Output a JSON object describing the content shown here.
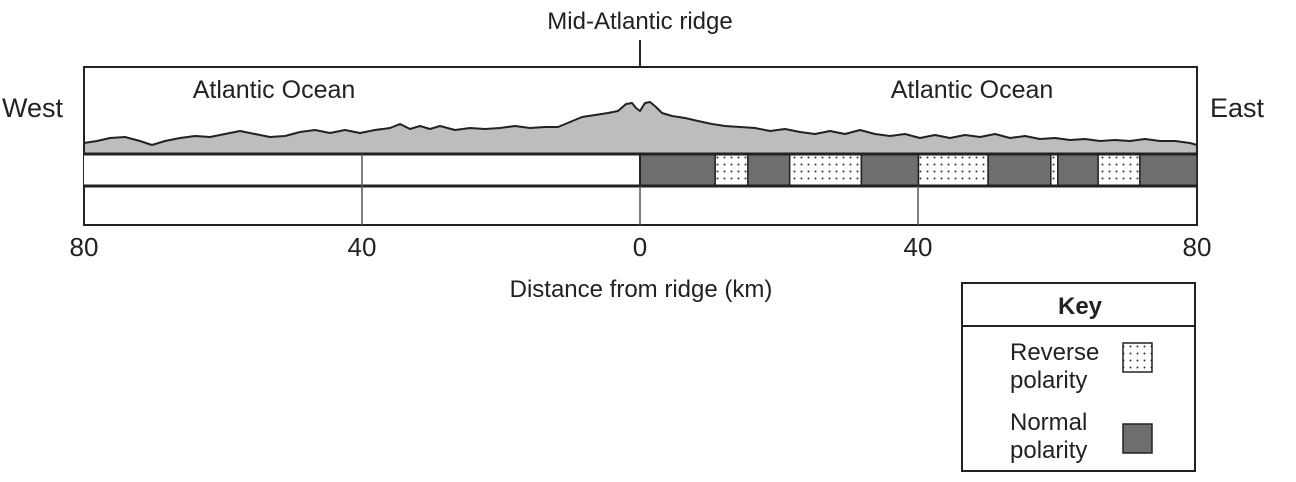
{
  "labels": {
    "ridge": "Mid-Atlantic ridge",
    "west": "West",
    "east": "East",
    "ocean_left": "Atlantic Ocean",
    "ocean_right": "Atlantic Ocean",
    "xlabel": "Distance from ridge (km)"
  },
  "axis": {
    "ticks": [
      "80",
      "40",
      "0",
      "40",
      "80"
    ]
  },
  "key": {
    "title": "Key",
    "reverse_line1": "Reverse",
    "reverse_line2": "polarity",
    "normal_line1": "Normal",
    "normal_line2": "polarity"
  },
  "colors": {
    "normal": "#6e6e6e",
    "seafloor": "#bdbdbd",
    "outline": "#222222"
  },
  "east_bands_km": [
    {
      "polarity": "normal",
      "from": 0,
      "to": 10.8
    },
    {
      "polarity": "reverse",
      "from": 10.8,
      "to": 15.5
    },
    {
      "polarity": "normal",
      "from": 15.5,
      "to": 21.5
    },
    {
      "polarity": "reverse",
      "from": 21.5,
      "to": 31.8
    },
    {
      "polarity": "normal",
      "from": 31.8,
      "to": 40.0
    },
    {
      "polarity": "reverse",
      "from": 40.0,
      "to": 50.0
    },
    {
      "polarity": "normal",
      "from": 50.0,
      "to": 59.0
    },
    {
      "polarity": "reverse",
      "from": 59.0,
      "to": 60.0
    },
    {
      "polarity": "normal",
      "from": 60.0,
      "to": 65.8
    },
    {
      "polarity": "reverse",
      "from": 65.8,
      "to": 71.8
    },
    {
      "polarity": "normal",
      "from": 71.8,
      "to": 80.0
    }
  ]
}
